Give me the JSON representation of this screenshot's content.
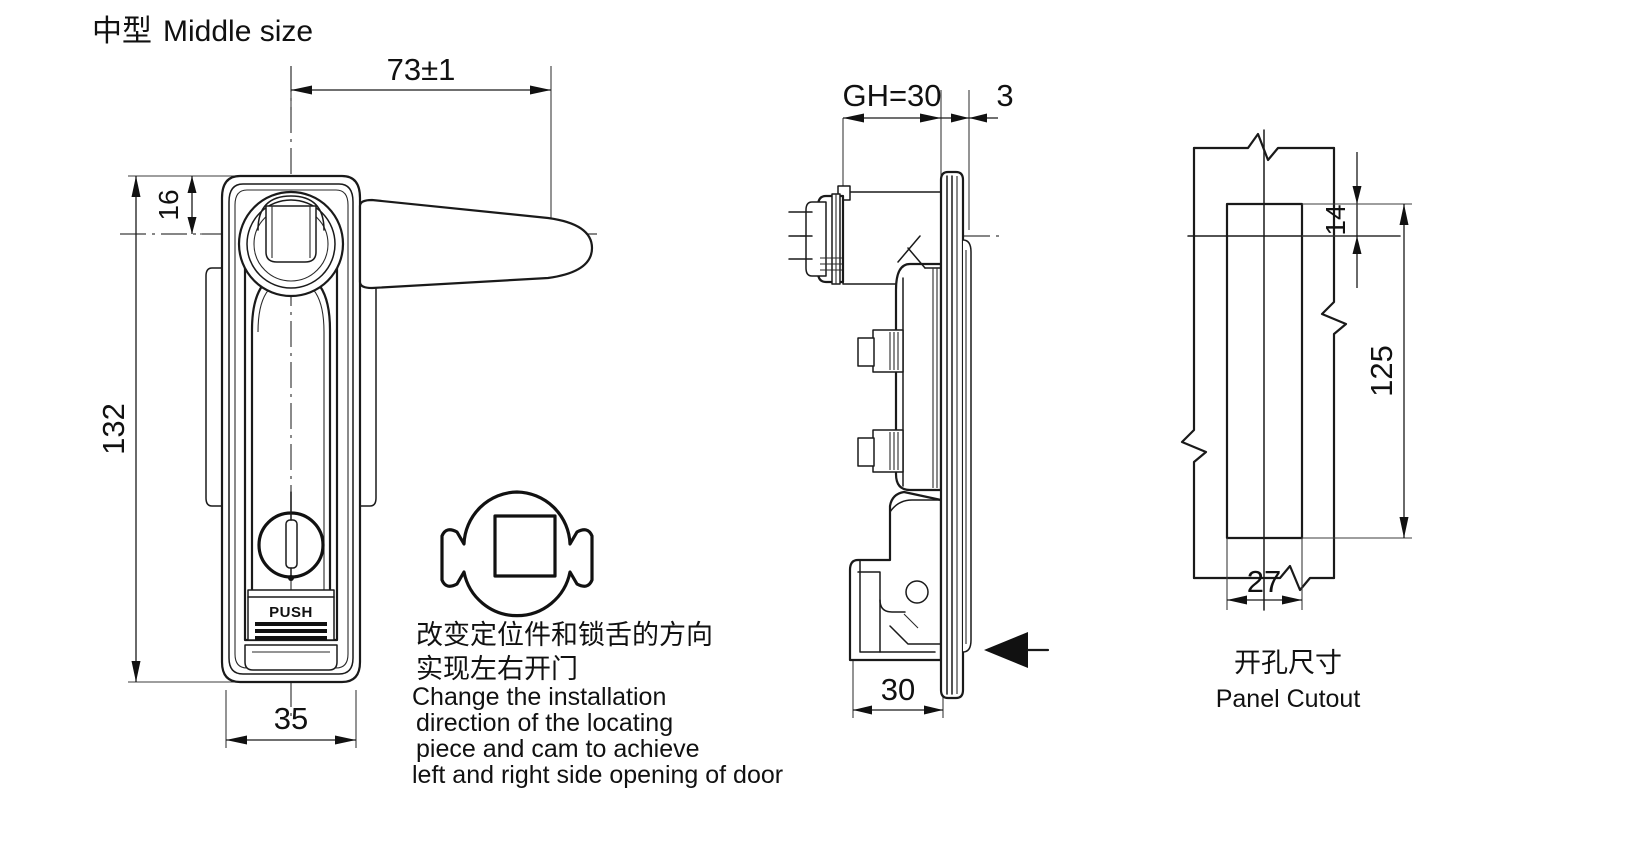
{
  "page": {
    "title_cn": "中型",
    "title_en": "Middle size",
    "background": "#ffffff",
    "line_color": "#1a1a1a"
  },
  "front_view": {
    "name": "front-view",
    "dimensions": {
      "width_top": "73±1",
      "height_total": "132",
      "height_offset": "16",
      "width_body": "35"
    },
    "push_label": "PUSH"
  },
  "cam_note": {
    "name": "cam-direction-note",
    "line_cn_1": "改变定位件和锁舌的方向",
    "line_cn_2": "实现左右开门",
    "line_en_1": "Change the installation",
    "line_en_2": "direction of the locating",
    "line_en_3": "piece and cam to achieve",
    "line_en_4": "left and right side opening of door"
  },
  "side_view": {
    "name": "side-view",
    "dimensions": {
      "gh": "GH=30",
      "gasket": "3",
      "depth": "30"
    }
  },
  "panel_cutout": {
    "name": "panel-cutout-view",
    "dimensions": {
      "offset_top": "14",
      "height": "125",
      "width": "27"
    },
    "caption_cn": "开孔尺寸",
    "caption_en": "Panel Cutout"
  }
}
